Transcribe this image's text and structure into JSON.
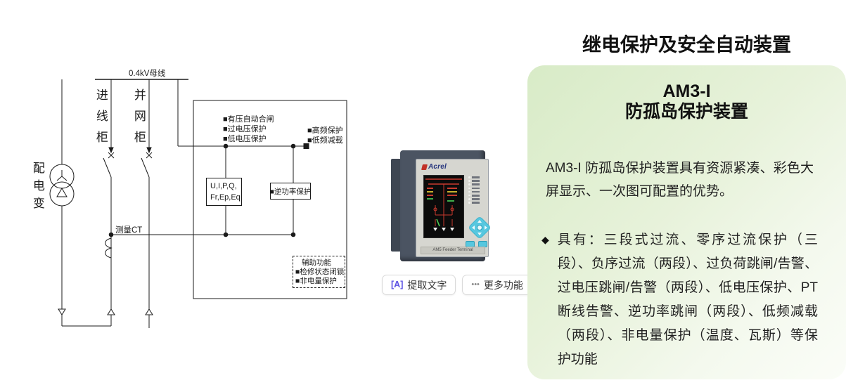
{
  "diagram": {
    "busbar_label": "0.4kV母线",
    "incoming_cabinet_label": "进线柜",
    "grid_tie_cabinet_label": "并网柜",
    "transformer_label": "配电变",
    "ct_label": "测量CT",
    "protection_left": [
      "■有压自动合闸",
      "■过电压保护",
      "■低电压保护"
    ],
    "protection_right": [
      "■高频保护",
      "■低频减载"
    ],
    "measurement_box_line1": "U,I,P,Q,",
    "measurement_box_line2": "Fr,Ep,Eq",
    "reverse_power_label": "■逆功率保护",
    "aux_title": "辅助功能",
    "aux_items": [
      "■检修状态闭锁",
      "■非电量保护"
    ]
  },
  "device": {
    "brand": "Acrel",
    "model_text": "AM5 Feeder Terminal"
  },
  "image_tools": {
    "extract_icon_glyph": "[A]",
    "extract_text_label": "提取文字",
    "more_icon_glyph": "•••",
    "more_features_label": "更多功能"
  },
  "right_panel": {
    "page_title": "继电保护及安全自动装置",
    "card_title_line1": "AM3-I",
    "card_title_line2": "防孤岛保护装置",
    "intro": "AM3-I 防孤岛保护装置具有资源紧凑、彩色大屏显示、一次图可配置的优势。",
    "bullet_marker": "◆",
    "bullet_text": "具有：三段式过流、零序过流保护（三段）、负序过流（两段）、过负荷跳闸/告警、过电压跳闸/告警（两段）、低电压保护、PT 断线告警、逆功率跳闸（两段）、低频减载（两段）、非电量保护（温度、瓦斯）等保护功能"
  },
  "colors": {
    "card_green_top": "#d8ebc7",
    "card_green_bottom": "#fbfdf8",
    "tool_icon_purple": "#5b51e3",
    "device_body": "#4b5462",
    "device_keypad_cyan": "#57c7df",
    "device_logo_red": "#c23127",
    "device_logo_blue": "#26357d",
    "screen_diagram_red": "#c93a2e",
    "diagram_stroke": "#1b1b1b"
  }
}
